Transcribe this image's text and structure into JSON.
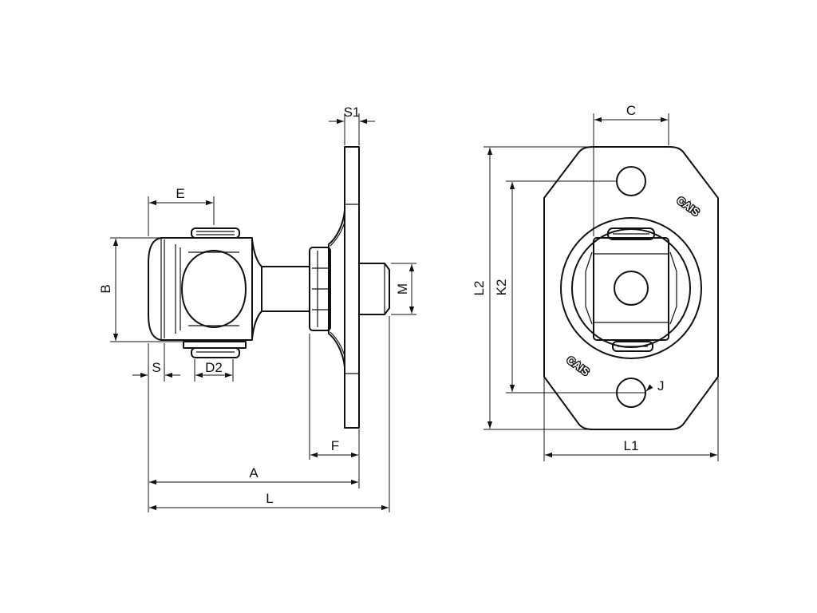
{
  "dimensions": {
    "S1": "S1",
    "E": "E",
    "B": "B",
    "S": "S",
    "D2": "D2",
    "M": "M",
    "F": "F",
    "A": "A",
    "L": "L",
    "C": "C",
    "L2": "L2",
    "K2": "K2",
    "J": "J",
    "L1": "L1"
  },
  "logo": "CAIS"
}
